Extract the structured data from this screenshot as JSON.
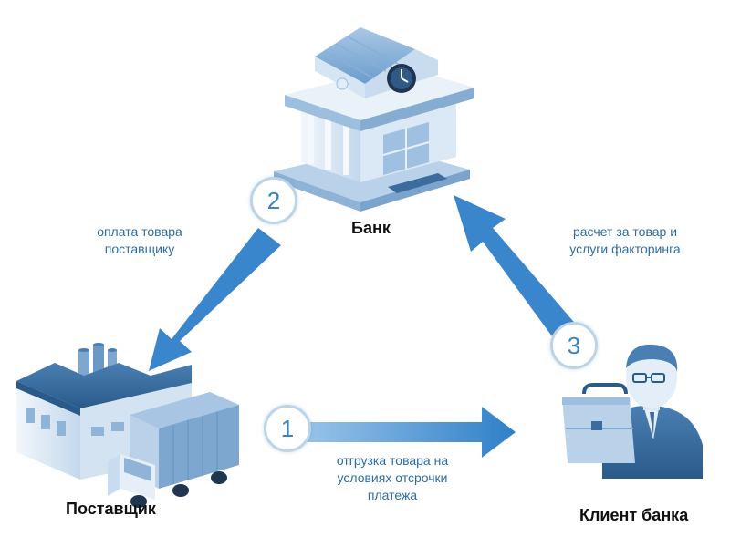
{
  "nodes": {
    "bank": "Банк",
    "supplier": "Поставщик",
    "client": "Клиент банка"
  },
  "steps": [
    {
      "number": "1",
      "text_lines": [
        "отгрузка товара на",
        "условиях отсрочки",
        "платежа"
      ]
    },
    {
      "number": "2",
      "text_lines": [
        "оплата товара",
        "поставщику"
      ]
    },
    {
      "number": "3",
      "text_lines": [
        "расчет за товар и",
        "услуги факторинга"
      ]
    }
  ],
  "colors": {
    "arrow": "#3a86cc",
    "text": "#2e6da3",
    "illustration": "#5b8fc0"
  }
}
